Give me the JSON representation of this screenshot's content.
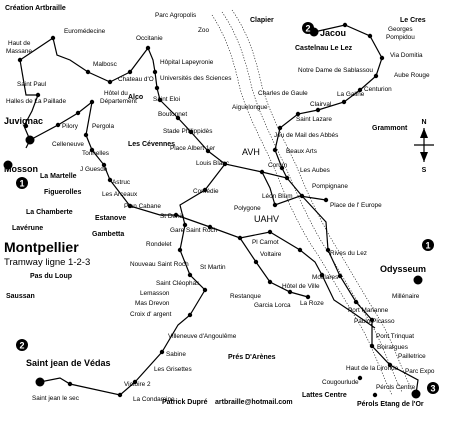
{
  "header": {
    "credit": "Création Artbraille"
  },
  "title": {
    "main": "Montpellier",
    "sub": "Tramway ligne 1-2-3"
  },
  "footer": {
    "author": "Patrick Dupré",
    "email": "artbraille@hotmail.com"
  },
  "compass": {
    "n": "N",
    "s": "S"
  },
  "terminus_numbers": {
    "jacou": "2",
    "mosson": "1",
    "odysseum": "1",
    "saint_jean": "2",
    "perols": "3"
  },
  "termini": {
    "jacou": "Jacou",
    "juvignac": "Juvignac",
    "mosson": "Mosson",
    "odysseum": "Odysseum",
    "saint_jean": "Saint jean de Védas",
    "lattes": "Lattes Centre",
    "perols": "Pérols Etang de l'Or"
  },
  "areas": {
    "clapier": "Clapier",
    "le_cres": "Le Cres",
    "castelnau": "Castelnau Le Lez",
    "grammont": "Grammont",
    "la_martelle": "La Martelle",
    "figuerolles": "Figuerolles",
    "la_chamberte": "La Chamberte",
    "laverune": "Lavérune",
    "estanove": "Estanove",
    "gambetta": "Gambetta",
    "pas_du_loup": "Pas du Loup",
    "saussan": "Saussan",
    "les_cevennes": "Les Cévennes",
    "alco": "Alco",
    "pres_arenes": "Prés D'Arènes"
  },
  "stations": {
    "parc_agropolis": "Parc Agropolis",
    "zoo": "Zoo",
    "euromedecine": "Euromédecine",
    "occitanie": "Occitanie",
    "haut_massane": "Haut de\nMassane",
    "malbosc": "Malbosc",
    "hopital": "Hôpital Lapeyronie",
    "chateau_o": "Chateau d'O",
    "universites": "Universités des Sciences",
    "saint_paul": "Saint Paul",
    "halles_paillade": "Halles de La Paillade",
    "hotel_departement": "Hôtel du\nDépartement",
    "saint_eloi": "Saint Eloi",
    "boutonnet": "Boutonnet",
    "stade_philippides": "Stade Philippidès",
    "place_albert": "Place Albert 1er",
    "pilory": "Pilory",
    "pergola": "Pergola",
    "celleneuve": "Celleneuve",
    "tonnelles": "Tonnelles",
    "j_guesde": "J Guesde",
    "louis_blanc": "Louis Blanc",
    "astruc": "Astruc",
    "les_arceaux": "Les Arceaux",
    "plan_cabane": "Plan Cabane",
    "st_denis": "St Denis",
    "comedie": "Comédie",
    "gare": "Gare Saint Roch",
    "rondelet": "Rondelet",
    "nouveau_st_roch": "Nouveau Saint Roch",
    "st_martin": "St Martin",
    "st_cleophas": "Saint Cléophas",
    "lemasson": "Lemasson",
    "mas_drevon": "Mas Drevon",
    "croix_argent": "Croix d' argent",
    "villeneuve": "Villeneuve d'Angoulême",
    "sabine": "Sabine",
    "les_grisettes": "Les Grisettes",
    "victoire_2": "Victoire 2",
    "la_condamine": "La Condamine",
    "saint_jean_sec": "Saint jean le sec",
    "georges_pompidou": "Georges\nPompidou",
    "via_domitia": "Via Domitia",
    "aube_rouge": "Aube Rouge",
    "notre_dame": "Notre Dame de Sablassou",
    "centurion": "Centurion",
    "charles_gaulle": "Charles de Gaule",
    "la_galine": "La Galine",
    "clairval": "Clairval",
    "aiguelongue": "Aiguelongue",
    "saint_lazare": "Saint Lazare",
    "jeu_mail": "Jeu de Mail des Abbés",
    "avh": "AVH",
    "beaux_arts": "Beaux Arts",
    "corum": "Corum",
    "les_aubes": "Les Aubes",
    "pompignane": "Pompignane",
    "leon_blum": "Léon Blum",
    "polygone": "Polygone",
    "uahv": "UAHV",
    "place_europe": "Place de l' Europe",
    "pl_carnot": "Pl Carnot",
    "voltaire": "Voltaire",
    "rives_lez": "Rives du Lez",
    "moulares": "Moulares",
    "hotel_ville": "Hôtel de Ville",
    "restanque": "Restanque",
    "garcia_lorca": "Garcia Lorca",
    "la_rose": "La Roze",
    "millenaire": "Millénaire",
    "port_marianne": "Port Marianne",
    "pablo_picasso": "Pablo Picasso",
    "pont_trinquat": "Pont Trinquat",
    "boirargues": "Boirargues",
    "pailletrice": "Pailletrice",
    "parc_expo": "Parc Expo",
    "haut_lironde": "Haut de la Lironde",
    "perols_centre": "Pérols Centre",
    "cougourlude": "Cougourlude"
  }
}
